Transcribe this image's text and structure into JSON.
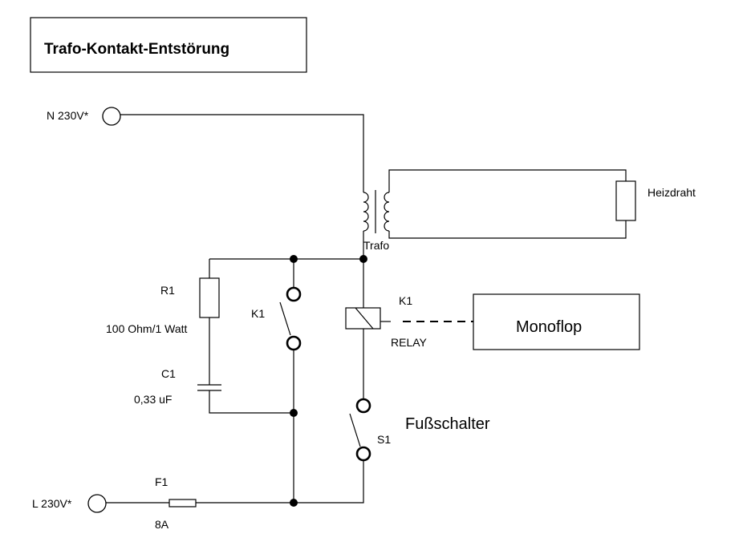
{
  "title": "Trafo-Kontakt-Entstörung",
  "terminals": {
    "n_label": "N 230V*",
    "l_label": "L  230V*"
  },
  "transformer": {
    "label": "Trafo"
  },
  "heater": {
    "label": "Heizdraht"
  },
  "r1": {
    "name": "R1",
    "value": "100 Ohm/1 Watt"
  },
  "c1": {
    "name": "C1",
    "value": "0,33 uF"
  },
  "k1_contact": {
    "name": "K1"
  },
  "relay": {
    "name": "K1",
    "type": "RELAY"
  },
  "monoflop": {
    "label": "Monoflop"
  },
  "footswitch": {
    "name": "S1",
    "label": "Fußschalter"
  },
  "fuse": {
    "name": "F1",
    "rating": "8A"
  }
}
